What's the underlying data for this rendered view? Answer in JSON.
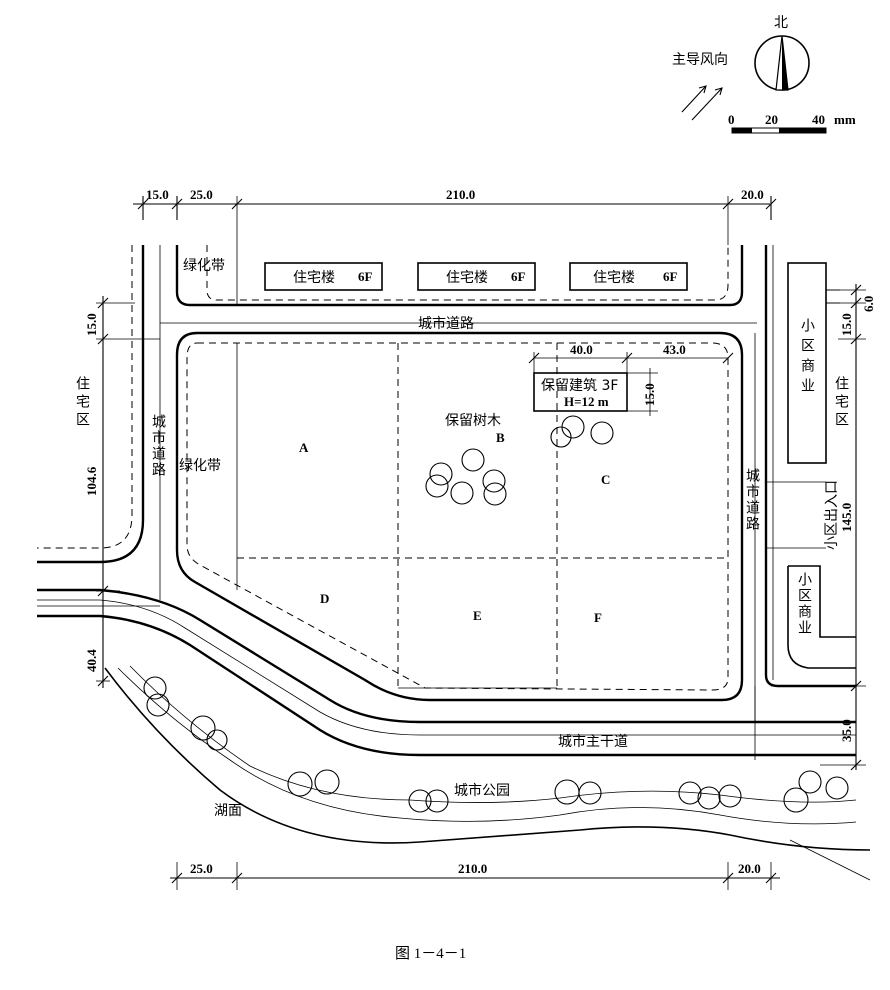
{
  "legend": {
    "north_label": "北",
    "wind_label": "主导风向",
    "scale_ticks": [
      "0",
      "20",
      "40"
    ],
    "scale_unit": "mm"
  },
  "dims": {
    "top": [
      "15.0",
      "25.0",
      "210.0",
      "20.0"
    ],
    "bottom": [
      "25.0",
      "210.0",
      "20.0"
    ],
    "left": [
      "15.0",
      "104.6",
      "40.4"
    ],
    "right": [
      "6.0",
      "15.0",
      "145.0",
      "35.0"
    ],
    "building_w1": "40.0",
    "building_w2": "43.0",
    "building_h": "15.0"
  },
  "labels": {
    "green_belt": "绿化带",
    "green_belt_left": "绿化带",
    "res_building": "住宅楼",
    "res_floors": "6F",
    "city_road_top": "城市道路",
    "city_road_left": "城市道路",
    "city_road_right": "城市道路",
    "residential_left": "住宅区",
    "residential_right": "住宅区",
    "commercial_top": "小区商业",
    "commercial_bottom": "小区商业",
    "entrance": "小区出入口",
    "preserved_building": "保留建筑 3F",
    "preserved_height": "H=12 m",
    "preserved_trees": "保留树木",
    "main_road": "城市主干道",
    "city_park": "城市公园",
    "lake": "湖面",
    "caption": "图 1－4－1"
  },
  "plots": [
    "A",
    "B",
    "C",
    "D",
    "E",
    "F"
  ]
}
